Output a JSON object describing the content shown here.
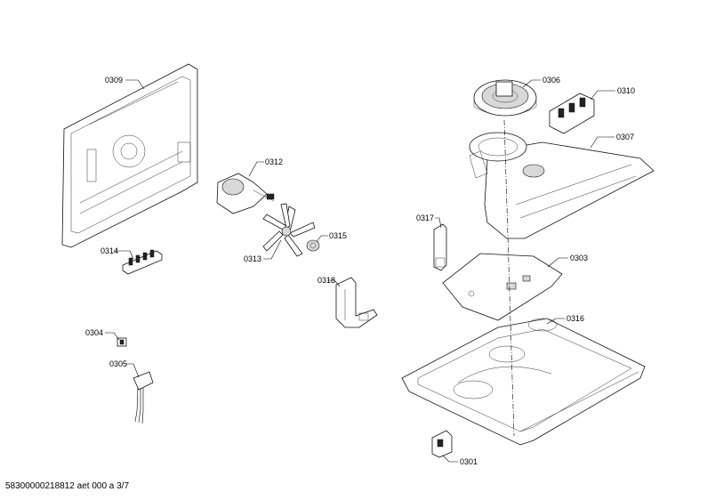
{
  "footer_text": "58300000218812 aet 000 a 3/7",
  "parts": [
    {
      "id": "p0309",
      "number": "0309"
    },
    {
      "id": "p0312",
      "number": "0312"
    },
    {
      "id": "p0313",
      "number": "0313"
    },
    {
      "id": "p0315",
      "number": "0315"
    },
    {
      "id": "p0314",
      "number": "0314"
    },
    {
      "id": "p0318",
      "number": "0318"
    },
    {
      "id": "p0304",
      "number": "0304"
    },
    {
      "id": "p0305",
      "number": "0305"
    },
    {
      "id": "p0306",
      "number": "0306"
    },
    {
      "id": "p0310",
      "number": "0310"
    },
    {
      "id": "p0307",
      "number": "0307"
    },
    {
      "id": "p0317",
      "number": "0317"
    },
    {
      "id": "p0303",
      "number": "0303"
    },
    {
      "id": "p0316",
      "number": "0316"
    },
    {
      "id": "p0301",
      "number": "0301"
    }
  ]
}
